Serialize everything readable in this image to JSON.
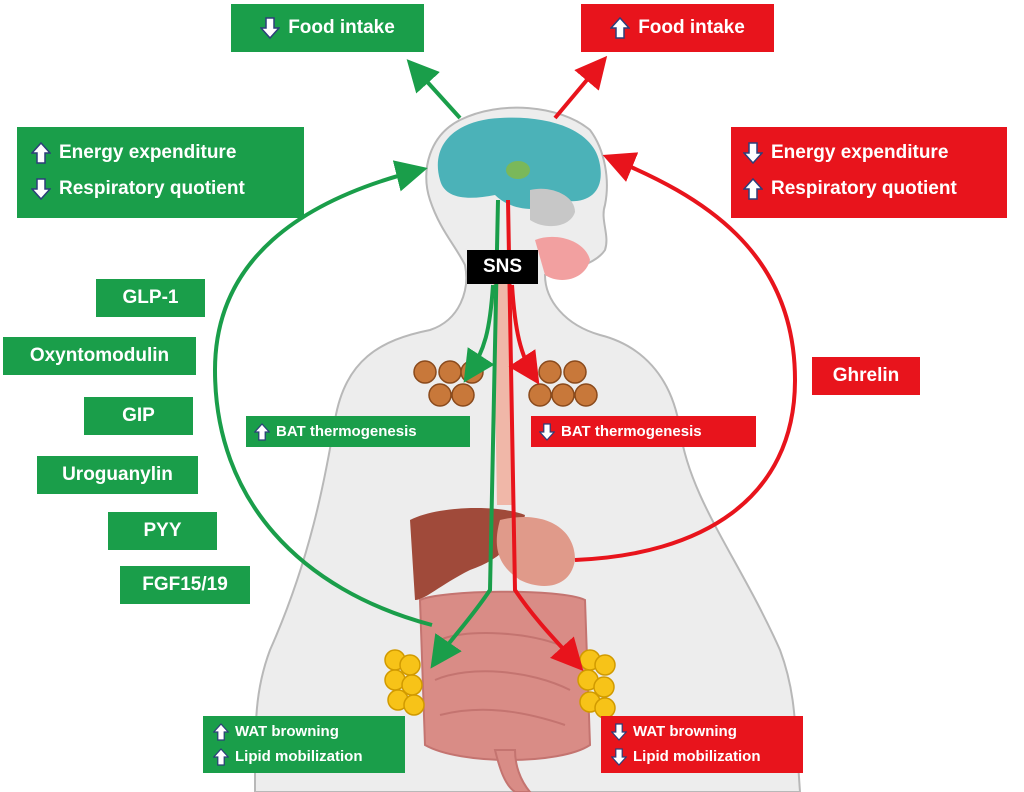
{
  "colors": {
    "green": "#1a9e4a",
    "red": "#e8141c",
    "sns": "#000000"
  },
  "top": {
    "green_food": {
      "arrow": "up-arrow-icon-down",
      "text": "Food intake"
    },
    "red_food": {
      "text": "Food intake"
    }
  },
  "green_energy": {
    "line1": "Energy expenditure",
    "line2": "Respiratory quotient"
  },
  "red_energy": {
    "line1": "Energy expenditure",
    "line2": "Respiratory quotient"
  },
  "hormones_green": [
    "GLP-1",
    "Oxyntomodulin",
    "GIP",
    "Uroguanylin",
    "PYY",
    "FGF15/19"
  ],
  "hormone_red": "Ghrelin",
  "sns": "SNS",
  "bat": {
    "green": "BAT thermogenesis",
    "red": "BAT thermogenesis"
  },
  "wat": {
    "green": {
      "line1": "WAT browning",
      "line2": "Lipid mobilization"
    },
    "red": {
      "line1": "WAT browning",
      "line2": "Lipid mobilization"
    }
  }
}
